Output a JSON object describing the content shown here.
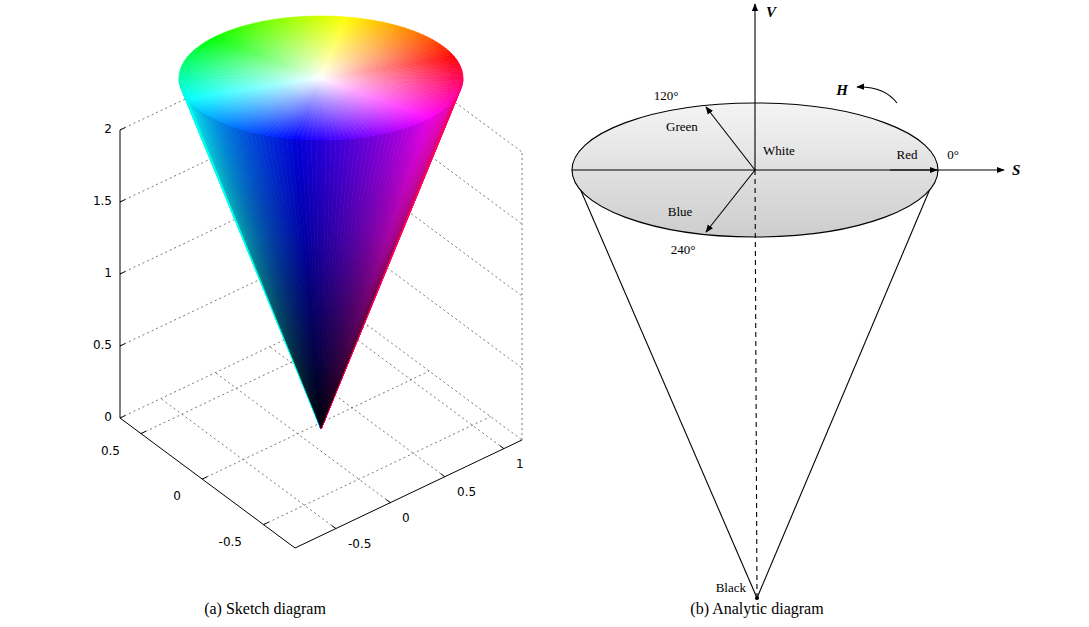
{
  "diagram": {
    "labels": [
      "2",
      "1.5",
      "1",
      "0.5",
      "0",
      "0.5",
      "0",
      "-0.5",
      "-0.5",
      "0",
      "0.5",
      "1",
      "(a) Sketch diagram",
      "V",
      "H",
      "120°",
      "Green",
      "White",
      "Red",
      "0°",
      "S",
      "Blue",
      "240°",
      "Black",
      "(b) Analytic diagram"
    ]
  }
}
